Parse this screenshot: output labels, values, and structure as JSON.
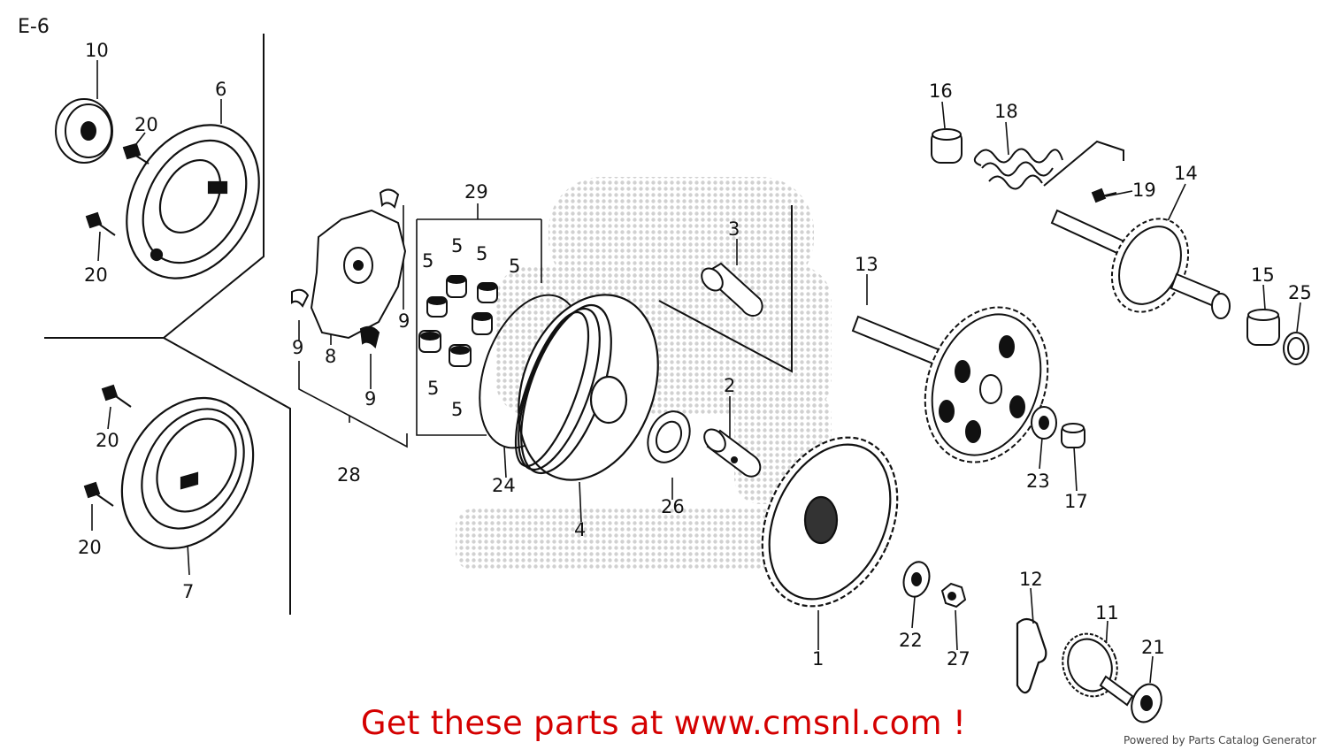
{
  "page_id": "E-6",
  "call_to_action": "Get these parts at www.cmsnl.com !",
  "powered_by": "Powered by Parts Catalog Generator",
  "watermark_colors": {
    "dot": "#cfcfcf"
  },
  "part_labels": [
    {
      "id": "10",
      "text": "10"
    },
    {
      "id": "6",
      "text": "6"
    },
    {
      "id": "20a",
      "text": "20"
    },
    {
      "id": "20b",
      "text": "20"
    },
    {
      "id": "29",
      "text": "29"
    },
    {
      "id": "5a",
      "text": "5"
    },
    {
      "id": "5b",
      "text": "5"
    },
    {
      "id": "5c",
      "text": "5"
    },
    {
      "id": "5d",
      "text": "5"
    },
    {
      "id": "5e",
      "text": "5"
    },
    {
      "id": "5f",
      "text": "5"
    },
    {
      "id": "9a",
      "text": "9"
    },
    {
      "id": "9b",
      "text": "9"
    },
    {
      "id": "9c",
      "text": "9"
    },
    {
      "id": "8",
      "text": "8"
    },
    {
      "id": "28",
      "text": "28"
    },
    {
      "id": "20c",
      "text": "20"
    },
    {
      "id": "20d",
      "text": "20"
    },
    {
      "id": "7",
      "text": "7"
    },
    {
      "id": "3",
      "text": "3"
    },
    {
      "id": "2",
      "text": "2"
    },
    {
      "id": "24",
      "text": "24"
    },
    {
      "id": "4",
      "text": "4"
    },
    {
      "id": "26",
      "text": "26"
    },
    {
      "id": "1",
      "text": "1"
    },
    {
      "id": "16",
      "text": "16"
    },
    {
      "id": "18",
      "text": "18"
    },
    {
      "id": "19",
      "text": "19"
    },
    {
      "id": "14",
      "text": "14"
    },
    {
      "id": "13",
      "text": "13"
    },
    {
      "id": "15",
      "text": "15"
    },
    {
      "id": "25",
      "text": "25"
    },
    {
      "id": "23",
      "text": "23"
    },
    {
      "id": "17",
      "text": "17"
    },
    {
      "id": "22",
      "text": "22"
    },
    {
      "id": "27",
      "text": "27"
    },
    {
      "id": "12",
      "text": "12"
    },
    {
      "id": "11",
      "text": "11"
    },
    {
      "id": "21",
      "text": "21"
    }
  ]
}
